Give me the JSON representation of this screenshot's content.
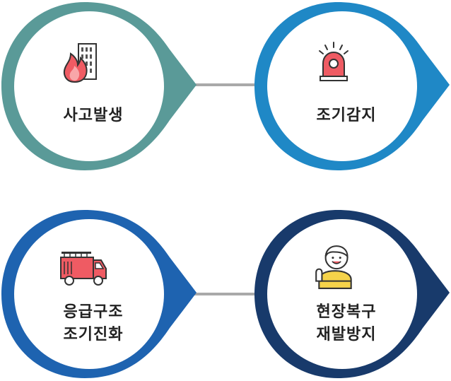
{
  "steps": [
    {
      "lines": [
        "사고발생"
      ],
      "ring_color": "#5a9a98",
      "icon": "fire-building-icon"
    },
    {
      "lines": [
        "조기감지"
      ],
      "ring_color": "#1f88c6",
      "icon": "siren-alarm-icon"
    },
    {
      "lines": [
        "응급구조",
        "조기진화"
      ],
      "ring_color": "#1e63b0",
      "icon": "fire-truck-icon"
    },
    {
      "lines": [
        "현장복구",
        "재발방지"
      ],
      "ring_color": "#183a6b",
      "icon": "worker-icon"
    }
  ]
}
